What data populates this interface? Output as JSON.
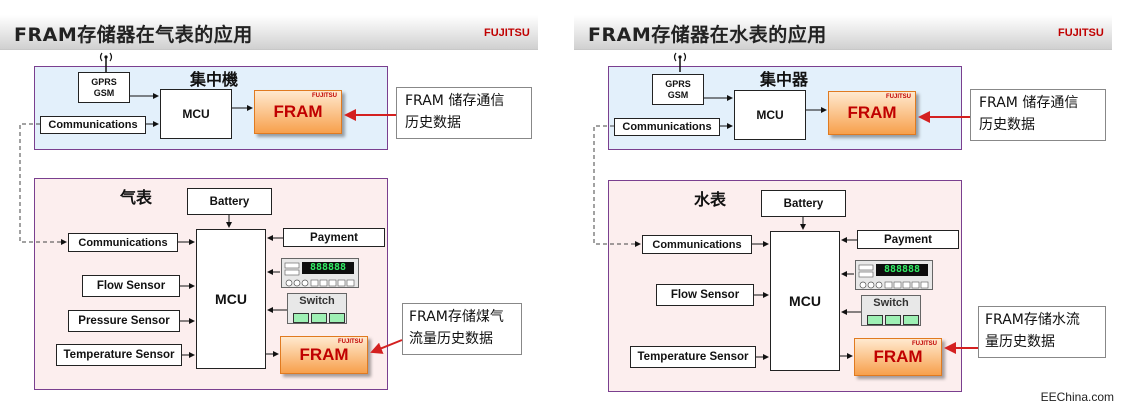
{
  "left": {
    "title": "FRAM存储器在气表的应用",
    "logo": "FUJITSU",
    "concentrator": "集中機",
    "gprs_line1": "GPRS",
    "gprs_line2": "GSM",
    "mcu_top": "MCU",
    "fram_top": "FRAM",
    "comm_top": "Communications",
    "callout_top_1": "FRAM 储存通信",
    "callout_top_2": "历史数据",
    "meter_label": "气表",
    "battery": "Battery",
    "comm_bottom": "Communications",
    "payment": "Payment",
    "flow_sensor": "Flow Sensor",
    "pressure_sensor": "Pressure Sensor",
    "temperature_sensor": "Temperature Sensor",
    "mcu_bottom": "MCU",
    "display_digits": "888888",
    "switch": "Switch",
    "fram_bottom": "FRAM",
    "fram_mini": "FUJITSU",
    "callout_bottom_1": "FRAM存储煤气",
    "callout_bottom_2": "流量历史数据"
  },
  "right": {
    "title": "FRAM存储器在水表的应用",
    "logo": "FUJITSU",
    "concentrator": "集中器",
    "gprs_line1": "GPRS",
    "gprs_line2": "GSM",
    "mcu_top": "MCU",
    "fram_top": "FRAM",
    "comm_top": "Communications",
    "callout_top_1": "FRAM 储存通信",
    "callout_top_2": "历史数据",
    "meter_label": "水表",
    "battery": "Battery",
    "comm_bottom": "Communications",
    "payment": "Payment",
    "flow_sensor": "Flow Sensor",
    "temperature_sensor": "Temperature Sensor",
    "mcu_bottom": "MCU",
    "display_digits": "888888",
    "switch": "Switch",
    "fram_bottom": "FRAM",
    "fram_mini": "FUJITSU",
    "callout_bottom_1": "FRAM存储水流",
    "callout_bottom_2": "量历史数据"
  },
  "credit": "EEChina.com",
  "colors": {
    "arrow_red": "#d42020",
    "region_border": "#7a3f8f",
    "top_region_fill": "#e3f0fb",
    "bottom_region_fill": "#fceeee",
    "fram_fill": "#f7a04c",
    "fram_text": "#c00000",
    "display_digits": "#33ee66"
  },
  "icons": [
    "antenna-icon",
    "fujitsu-logo"
  ]
}
